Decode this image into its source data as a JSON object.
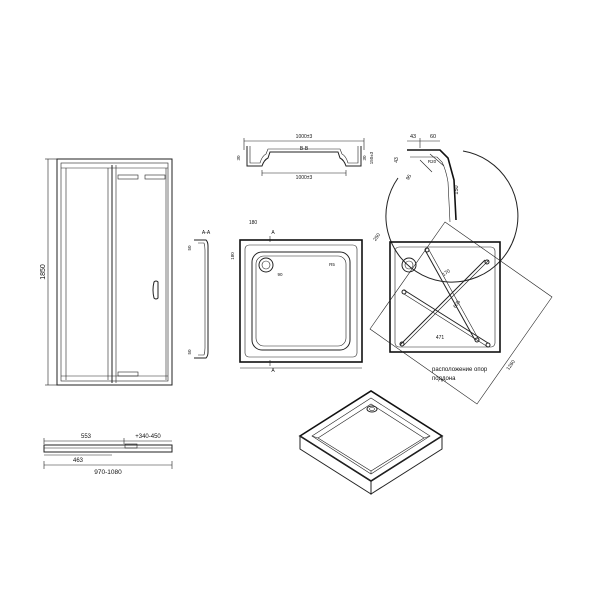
{
  "door": {
    "height_label": "1850",
    "top_dim_553": "553",
    "top_dim_340": "+340-450",
    "top_dim_463": "463",
    "top_dim_total": "970-1080"
  },
  "section_profile": {
    "top_dim": "1000±3",
    "bottom_dim": "1000±3",
    "section_label": "B-B",
    "left_dim": "30",
    "right_dim": "30",
    "right_dim2": "150±3"
  },
  "detail": {
    "dim_43": "43",
    "dim_60": "60",
    "dim_43b": "43",
    "dim_95": "95",
    "dim_150": "150",
    "dim_r20": "R20"
  },
  "tray_plan": {
    "section_aa": "A-A",
    "dim_top": "180",
    "marker_a": "A",
    "marker_a2": "A",
    "dim_top_right": "R5",
    "dim_drain": "90",
    "dim_left": "180",
    "dim_bottom": "50",
    "dim_side": "50"
  },
  "tray_support": {
    "dim_250": "250",
    "dim_170": "170",
    "dim_605": "605",
    "dim_471": "471",
    "dim_1260": "1260",
    "caption_line1": "расположение опор",
    "caption_line2": "поддона"
  }
}
